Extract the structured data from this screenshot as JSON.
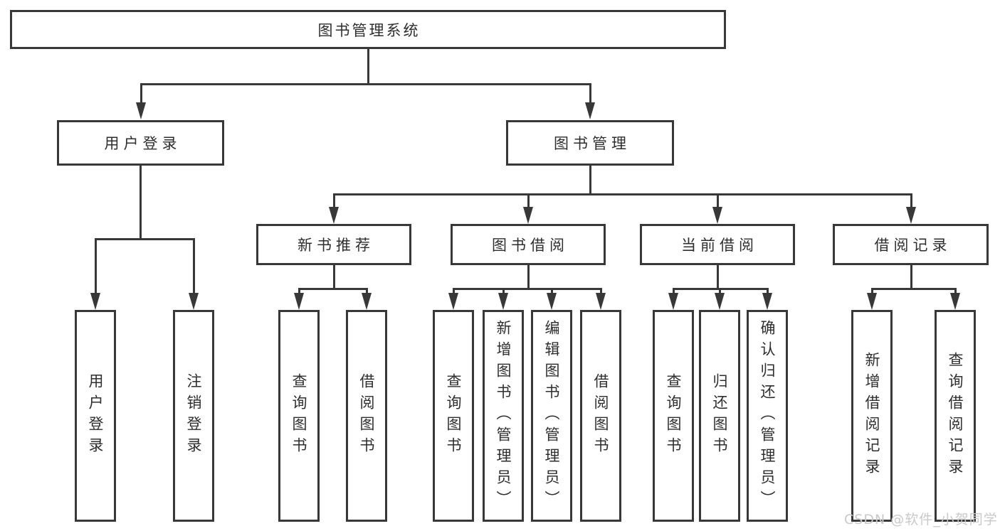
{
  "diagram": {
    "type": "hierarchy-flowchart",
    "colors": {
      "background": "#ffffff",
      "line": "#383838",
      "box_border": "#383838",
      "box_fill": "#ffffff",
      "text": "#2e2e2e",
      "watermark": "#c9c9c9"
    },
    "nodes": {
      "root": {
        "label": "图书管理系统"
      },
      "user_login": {
        "label": "用户登录"
      },
      "book_mgmt": {
        "label": "图书管理"
      },
      "new_book_rec": {
        "label": "新书推荐"
      },
      "book_borrow": {
        "label": "图书借阅"
      },
      "current_borrow": {
        "label": "当前借阅"
      },
      "borrow_records": {
        "label": "借阅记录"
      },
      "leaf_user_login": {
        "label": "用户登录"
      },
      "leaf_logout": {
        "label": "注销登录"
      },
      "leaf_rec_query": {
        "label": "查询图书"
      },
      "leaf_rec_borrow": {
        "label": "借阅图书"
      },
      "leaf_bb_query": {
        "label": "查询图书"
      },
      "leaf_bb_add": {
        "label": "新增图书（管理员）"
      },
      "leaf_bb_edit": {
        "label": "编辑图书（管理员）"
      },
      "leaf_bb_borrow": {
        "label": "借阅图书"
      },
      "leaf_cb_query": {
        "label": "查询图书"
      },
      "leaf_cb_return": {
        "label": "归还图书"
      },
      "leaf_cb_confirm": {
        "label": "确认归还（管理员）"
      },
      "leaf_br_add": {
        "label": "新增借阅记录"
      },
      "leaf_br_query": {
        "label": "查询借阅记录"
      }
    }
  },
  "watermark": {
    "text": "CSDN @软件_小贺同学"
  }
}
